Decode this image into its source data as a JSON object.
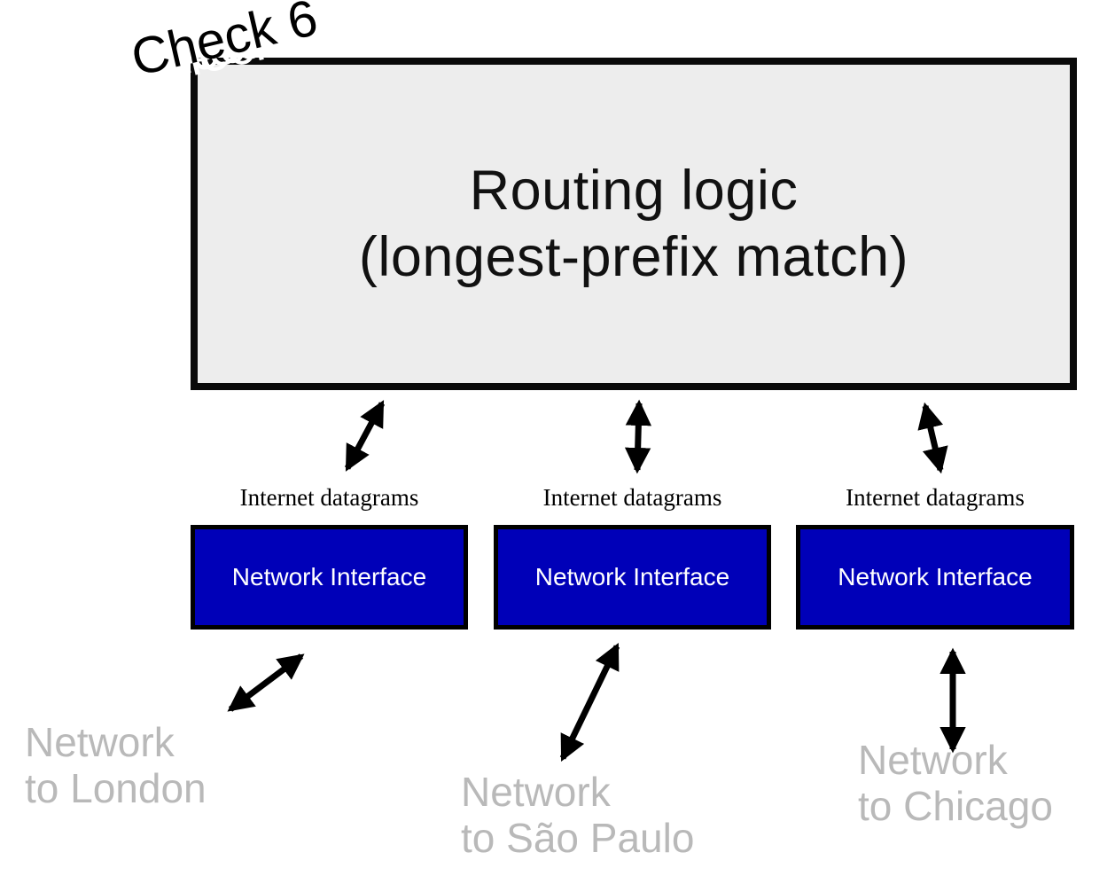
{
  "annotation": {
    "label": "Check 6"
  },
  "router": {
    "title_line1": "Routing logic",
    "title_line2": "(longest-prefix match)"
  },
  "interfaces": [
    {
      "datagram_label": "Internet datagrams",
      "box_label": "Network Interface",
      "network_line1": "Network",
      "network_line2": "to London"
    },
    {
      "datagram_label": "Internet datagrams",
      "box_label": "Network Interface",
      "network_line1": "Network",
      "network_line2": "to São Paulo"
    },
    {
      "datagram_label": "Internet datagrams",
      "box_label": "Network Interface",
      "network_line1": "Network",
      "network_line2": "to Chicago"
    }
  ],
  "colors": {
    "router_fill": "#ededed",
    "interface_fill": "#0000b8",
    "interface_text": "#ffffff",
    "network_label_text": "#b9b9b9",
    "arrow": "#000000"
  }
}
